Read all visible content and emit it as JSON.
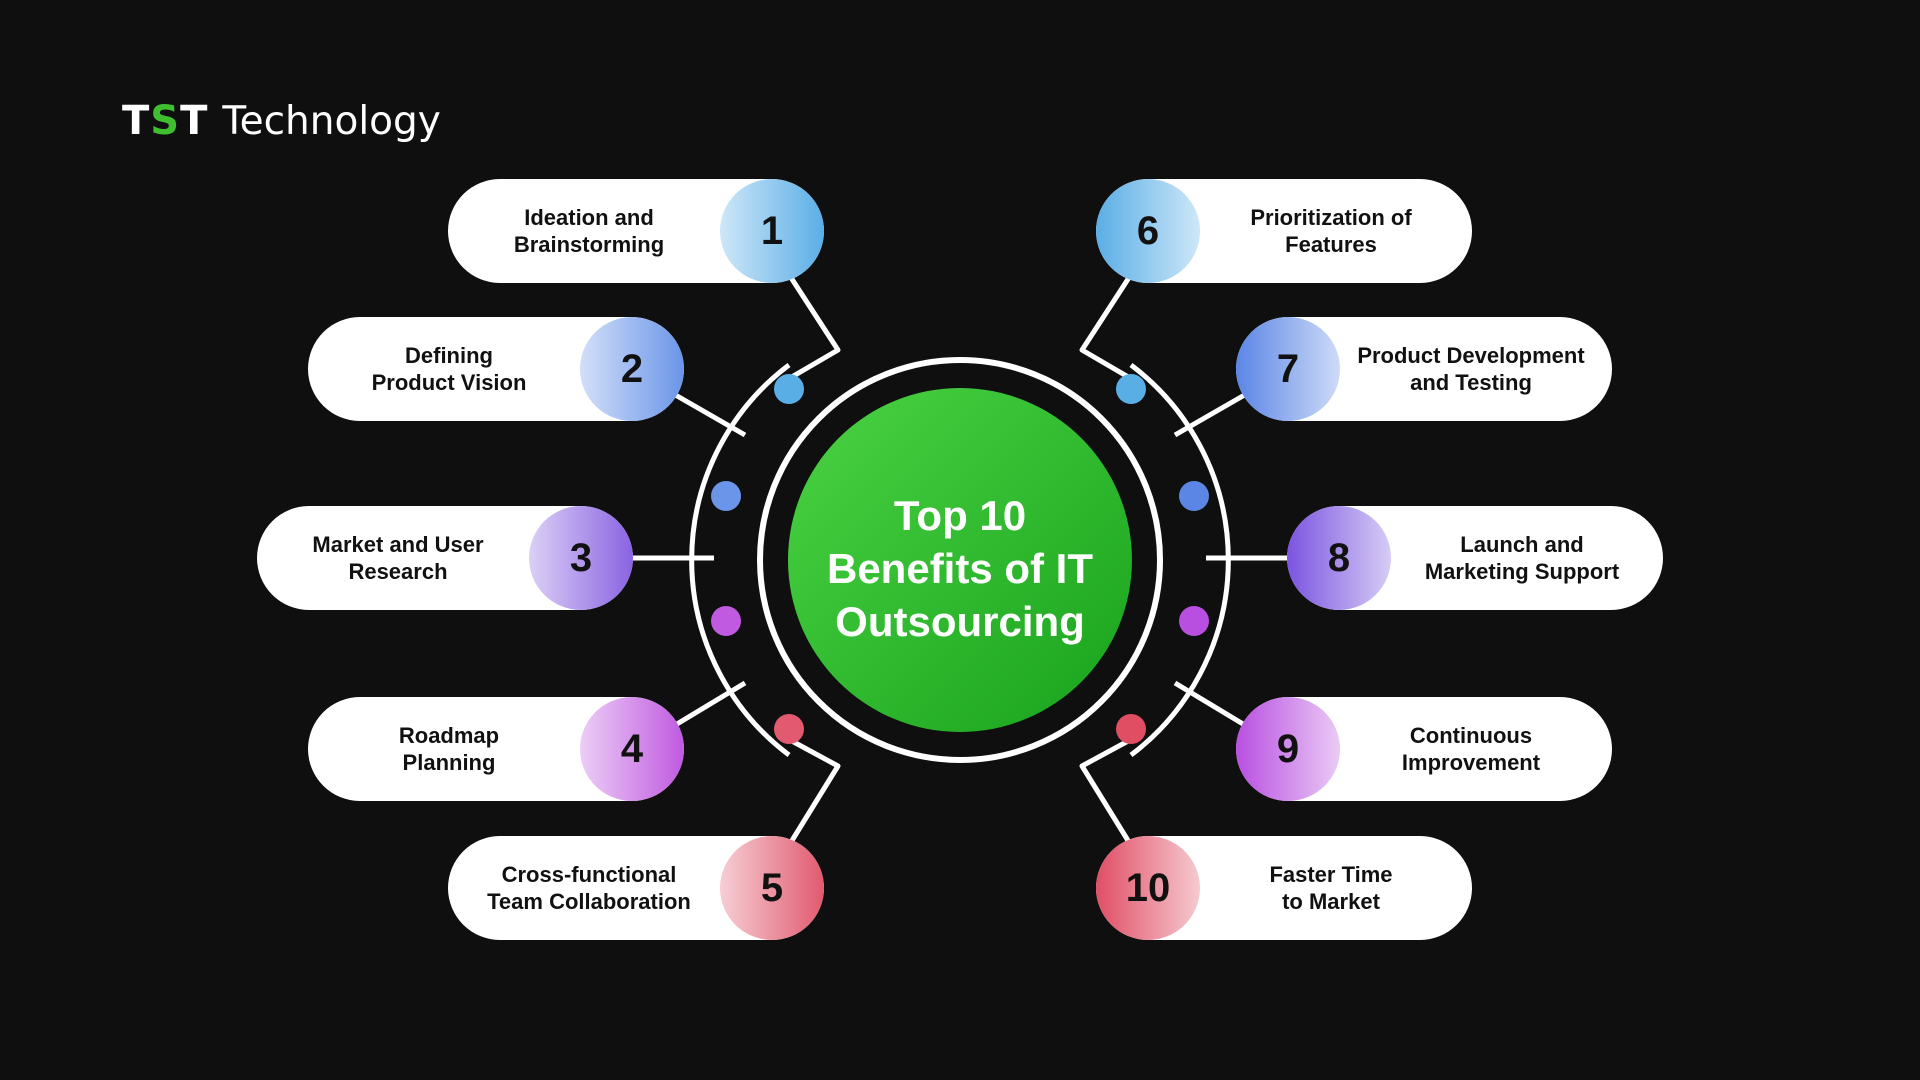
{
  "logo": {
    "mark_part1": "T",
    "mark_part2": "S",
    "mark_part3": "T",
    "text": "Technology",
    "mark_accent_color": "#3fbf2f"
  },
  "center": {
    "lines": [
      "Top 10",
      "Benefits of IT",
      "Outsourcing"
    ],
    "color_top": "#4cd444",
    "color_bottom": "#18a21c"
  },
  "benefits": [
    {
      "number": "1",
      "lines": [
        "Ideation and",
        "Brainstorming"
      ],
      "color": "#5aaee6"
    },
    {
      "number": "2",
      "lines": [
        "Defining",
        "Product Vision"
      ],
      "color": "#6b95e8"
    },
    {
      "number": "3",
      "lines": [
        "Market and User",
        "Research"
      ],
      "color": "#8a63e2"
    },
    {
      "number": "4",
      "lines": [
        "Roadmap",
        "Planning"
      ],
      "color": "#c05ae0"
    },
    {
      "number": "5",
      "lines": [
        "Cross-functional",
        "Team Collaboration"
      ],
      "color": "#e15a6f"
    },
    {
      "number": "6",
      "lines": [
        "Prioritization of",
        "Features"
      ],
      "color": "#5aaee6"
    },
    {
      "number": "7",
      "lines": [
        "Product Development",
        "and Testing"
      ],
      "color": "#5b86e6"
    },
    {
      "number": "8",
      "lines": [
        "Launch and",
        "Marketing Support"
      ],
      "color": "#7a54e0"
    },
    {
      "number": "9",
      "lines": [
        "Continuous",
        "Improvement"
      ],
      "color": "#b84fe0"
    },
    {
      "number": "10",
      "lines": [
        "Faster Time",
        "to Market"
      ],
      "color": "#e04e64"
    }
  ]
}
